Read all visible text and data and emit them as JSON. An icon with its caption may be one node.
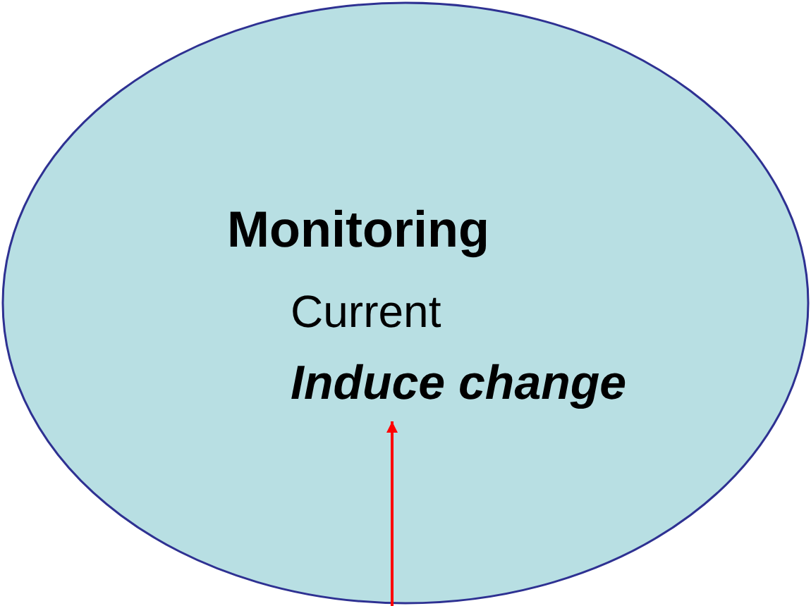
{
  "diagram": {
    "nodes": [
      {
        "text": [
          "Monitoring",
          "Current"
        ]
      },
      {
        "text": [
          "Induce change"
        ],
        "in": 0
      }
    ],
    "edges": [
      {
        "from": null,
        "to": 1,
        "arrow": "to",
        "color": "#ff0000"
      }
    ]
  }
}
